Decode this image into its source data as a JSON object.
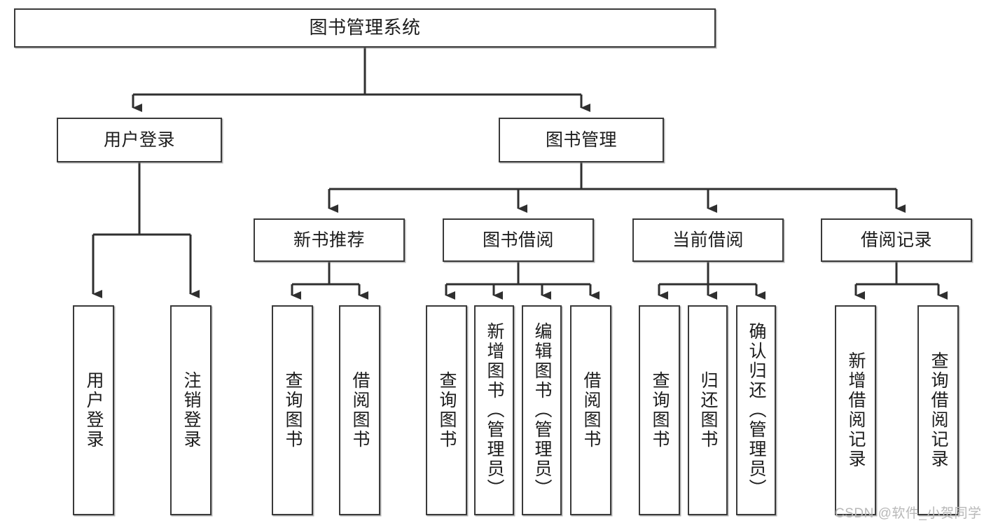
{
  "diagram": {
    "title": "图书管理系统",
    "type": "tree-hierarchy-diagram",
    "root": {
      "label": "图书管理系统"
    },
    "level2": [
      {
        "label": "用户登录"
      },
      {
        "label": "图书管理"
      }
    ],
    "level3": [
      {
        "label": "新书推荐"
      },
      {
        "label": "图书借阅"
      },
      {
        "label": "当前借阅"
      },
      {
        "label": "借阅记录"
      }
    ],
    "leaves": {
      "user_login": [
        {
          "label": "用户登录"
        },
        {
          "label": "注销登录"
        }
      ],
      "new_book_recommend": [
        {
          "label": "查询图书"
        },
        {
          "label": "借阅图书"
        }
      ],
      "book_borrow": [
        {
          "label": "查询图书"
        },
        {
          "label": "新增图书（管理员）"
        },
        {
          "label": "编辑图书（管理员）"
        },
        {
          "label": "借阅图书"
        }
      ],
      "current_borrow": [
        {
          "label": "查询图书"
        },
        {
          "label": "归还图书"
        },
        {
          "label": "确认归还（管理员）"
        }
      ],
      "borrow_record": [
        {
          "label": "新增借阅记录"
        },
        {
          "label": "查询借阅记录"
        }
      ]
    }
  },
  "watermark": {
    "text": "CSDN @软件_小贺同学"
  },
  "colors": {
    "box_border": "#3a3a3a",
    "box_fill": "#ffffff",
    "connector": "#2f2f2f",
    "text": "#1c1c1c",
    "watermark": "#b8b8b8"
  }
}
